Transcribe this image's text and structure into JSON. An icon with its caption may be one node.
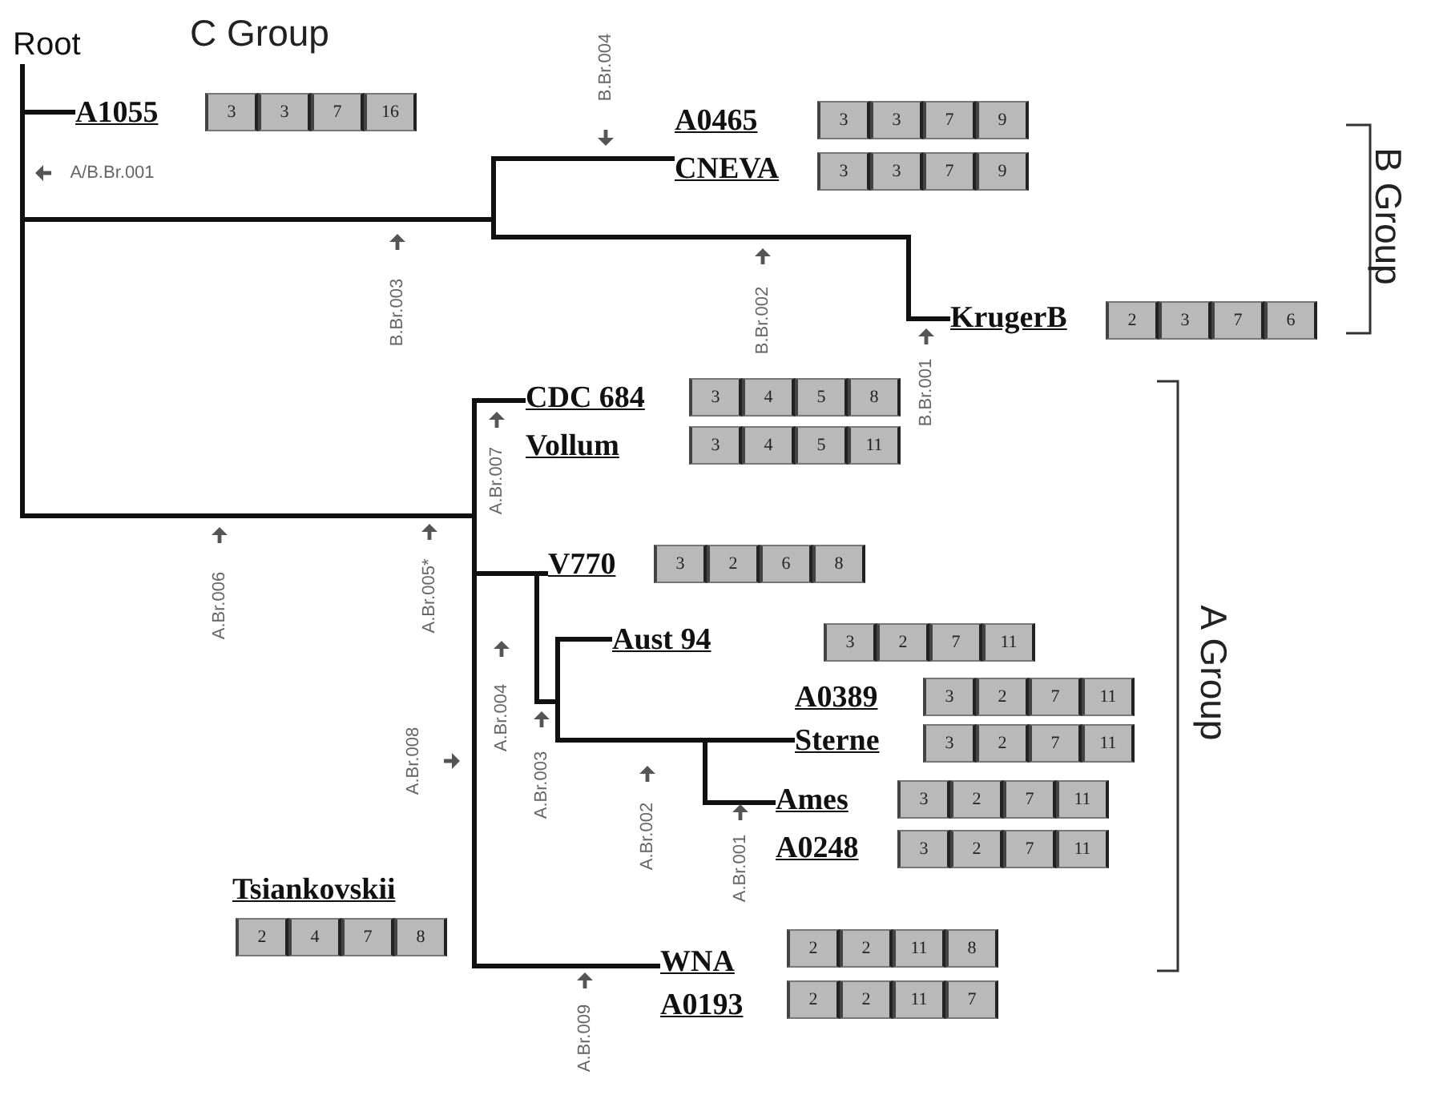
{
  "diagram": {
    "nodes": [
      {
        "text": [
          "Root"
        ]
      },
      {
        "text": [
          "A1055"
        ],
        "beside": [
          "3",
          "3",
          "7",
          "16"
        ]
      },
      {
        "text": [
          "A0465"
        ],
        "beside": [
          "3",
          "3",
          "7",
          "9"
        ]
      },
      {
        "text": [
          "CNEVA"
        ],
        "beside": [
          "3",
          "3",
          "7",
          "9"
        ]
      },
      {
        "text": [
          "KrugerB"
        ],
        "beside": [
          "2",
          "3",
          "7",
          "6"
        ]
      },
      {
        "text": [
          "CDC 684"
        ],
        "beside": [
          "3",
          "4",
          "5",
          "8"
        ]
      },
      {
        "text": [
          "Vollum"
        ],
        "beside": [
          "3",
          "4",
          "5",
          "11"
        ]
      },
      {
        "text": [
          "V770"
        ],
        "beside": [
          "3",
          "2",
          "6",
          "8"
        ]
      },
      {
        "text": [
          "Aust 94"
        ],
        "beside": [
          "3",
          "2",
          "7",
          "11"
        ]
      },
      {
        "text": [
          "A0389"
        ],
        "beside": [
          "3",
          "2",
          "7",
          "11"
        ]
      },
      {
        "text": [
          "Sterne"
        ],
        "beside": [
          "3",
          "2",
          "7",
          "11"
        ]
      },
      {
        "text": [
          "Ames"
        ],
        "beside": [
          "3",
          "2",
          "7",
          "11"
        ]
      },
      {
        "text": [
          "A0248"
        ],
        "beside": [
          "3",
          "2",
          "7",
          "11"
        ]
      },
      {
        "text": [
          "Tsiankovskii"
        ],
        "beside": [
          "2",
          "4",
          "7",
          "8"
        ]
      },
      {
        "text": [
          "WNA"
        ],
        "beside": [
          "2",
          "2",
          "11",
          "8"
        ]
      },
      {
        "text": [
          "A0193"
        ],
        "beside": [
          "2",
          "2",
          "11",
          "7"
        ]
      }
    ],
    "edges": [
      {
        "from": 0,
        "to": 1,
        "arrow": "none"
      },
      {
        "from": 0,
        "to": 3,
        "arrow": "none"
      },
      {
        "from": 0,
        "to": 4,
        "arrow": "none"
      },
      {
        "from": 0,
        "to": 5,
        "arrow": "none"
      },
      {
        "from": 0,
        "to": 7,
        "arrow": "none"
      },
      {
        "from": 0,
        "to": 8,
        "arrow": "none"
      },
      {
        "from": 0,
        "to": 10,
        "arrow": "none"
      },
      {
        "from": 0,
        "to": 11,
        "arrow": "none"
      },
      {
        "from": 0,
        "to": 14,
        "arrow": "none"
      }
    ],
    "labels": [
      "C Group",
      "B.Br.004",
      "A/B.Br.001",
      "B Group",
      "B.Br.003",
      "B.Br.002",
      "B.Br.001",
      "A.Br.007",
      "A.Br.006",
      "A.Br.005*",
      "A Group",
      "A.Br.004",
      "A.Br.008",
      "A.Br.003",
      "A.Br.002",
      "A.Br.001",
      "A.Br.009"
    ]
  }
}
